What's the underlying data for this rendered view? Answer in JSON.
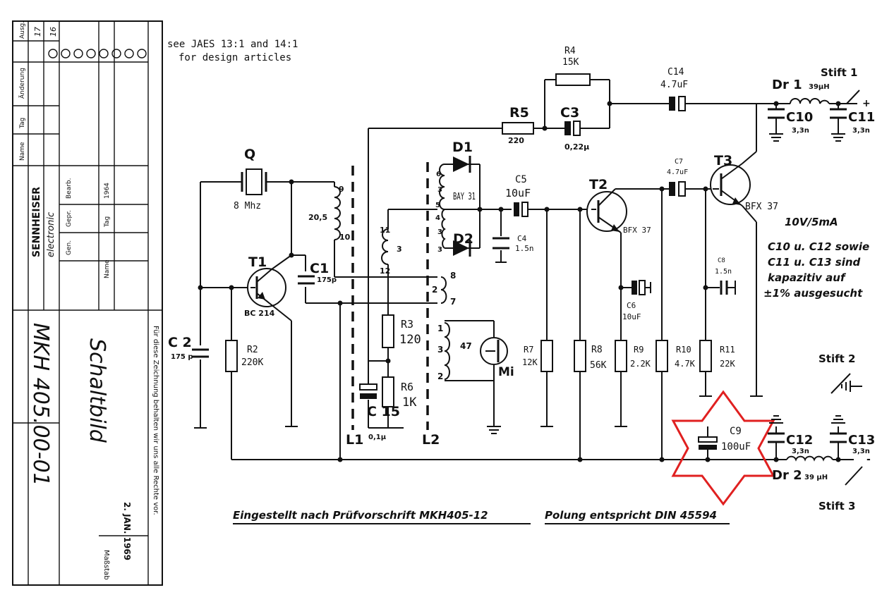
{
  "note_line1": "see JAES 13:1 and 14:1",
  "note_line2": "for design articles",
  "title_block": {
    "col_headers": [
      "Ausg.",
      "Änderung",
      "Tag",
      "Name"
    ],
    "rev_numbers": [
      "17",
      "16"
    ],
    "company": "SENNHEISER",
    "company_sub": "electronic",
    "rows": [
      "1964",
      "Tag",
      "Name",
      "Bearb.",
      "Gepr.",
      "Gen."
    ],
    "drawing_name": "Schaltbild",
    "drawing_number": "MKH 405.00-01",
    "date_stamp": "2. JAN. 1969",
    "side_note": "Für diese Zeichnung behalten wir uns alle Rechte vor.",
    "scale_label": "Maßstab"
  },
  "components": {
    "R4": {
      "name": "R4",
      "value": "15K"
    },
    "R5": {
      "name": "R5",
      "value": "220"
    },
    "C3": {
      "name": "C3",
      "value": "0,22μ"
    },
    "C14": {
      "name": "C14",
      "value": "4.7uF"
    },
    "Dr1": {
      "name": "Dr 1",
      "value": "39μH"
    },
    "C10": {
      "name": "C10",
      "value": "3,3n"
    },
    "C11": {
      "name": "C11",
      "value": "3,3n"
    },
    "Q": {
      "name": "Q",
      "value": "8 Mhz"
    },
    "D1": {
      "name": "D1",
      "value": "BAY 31"
    },
    "D2": {
      "name": "D2"
    },
    "C5": {
      "name": "C5",
      "value": "10uF"
    },
    "C4": {
      "name": "C4",
      "value": "1.5n"
    },
    "T2": {
      "name": "T2",
      "value": "BFX 37"
    },
    "C7": {
      "name": "C7",
      "value": "4.7uF"
    },
    "T3": {
      "name": "T3",
      "value": "BFX 37"
    },
    "T1": {
      "name": "T1",
      "value": "BC 214"
    },
    "C1": {
      "name": "C1",
      "value": "175p"
    },
    "C2": {
      "name": "C 2",
      "value": "175 p"
    },
    "R2": {
      "name": "R2",
      "value": "220K"
    },
    "R3": {
      "name": "R3",
      "value": "120"
    },
    "R6": {
      "name": "R6",
      "value": "1K"
    },
    "C15": {
      "name": "C 15",
      "value": "0,1μ"
    },
    "Mi": {
      "name": "Mi",
      "value": "47"
    },
    "C6": {
      "name": "C6",
      "value": "10uF"
    },
    "C8": {
      "name": "C8",
      "value": "1.5n"
    },
    "R7": {
      "name": "R7",
      "value": "12K"
    },
    "R8": {
      "name": "R8",
      "value": "56K"
    },
    "R9": {
      "name": "R9",
      "value": "2.2K"
    },
    "R10": {
      "name": "R10",
      "value": "4.7K"
    },
    "R11": {
      "name": "R11",
      "value": "22K"
    },
    "C9": {
      "name": "C9",
      "value": "100uF"
    },
    "C12": {
      "name": "C12",
      "value": "3,3n"
    },
    "C13": {
      "name": "C13",
      "value": "3,3n"
    },
    "Dr2": {
      "name": "Dr 2",
      "value": "39 μH"
    },
    "L1": {
      "name": "L1"
    },
    "L2": {
      "name": "L2"
    }
  },
  "pins": {
    "stift1": "Stift 1",
    "stift2": "Stift 2",
    "stift3": "Stift 3",
    "plus": "+",
    "minus": "-"
  },
  "coil_taps": {
    "t9": "9",
    "t10": "10",
    "t205": "20,5",
    "t11": "11",
    "t3a": "3",
    "t12": "12",
    "t6": "6",
    "t3b": "3",
    "t5": "5",
    "t4": "4",
    "t3c": "3",
    "t3d": "3",
    "t8": "8",
    "t2a": "2",
    "t7": "7",
    "t1": "1",
    "t3e": "3",
    "t2b": "2"
  },
  "spec": {
    "supply": "10V/5mA",
    "line1": "C10 u. C12 sowie",
    "line2": "C11 u. C13 sind",
    "line3": "kapazitiv auf",
    "line4": "±1% ausgesucht"
  },
  "footer": {
    "left": "Eingestellt nach Prüfvorschrift MKH405-12",
    "right": "Polung entspricht DIN 45594"
  },
  "highlight_color": "#e02020"
}
